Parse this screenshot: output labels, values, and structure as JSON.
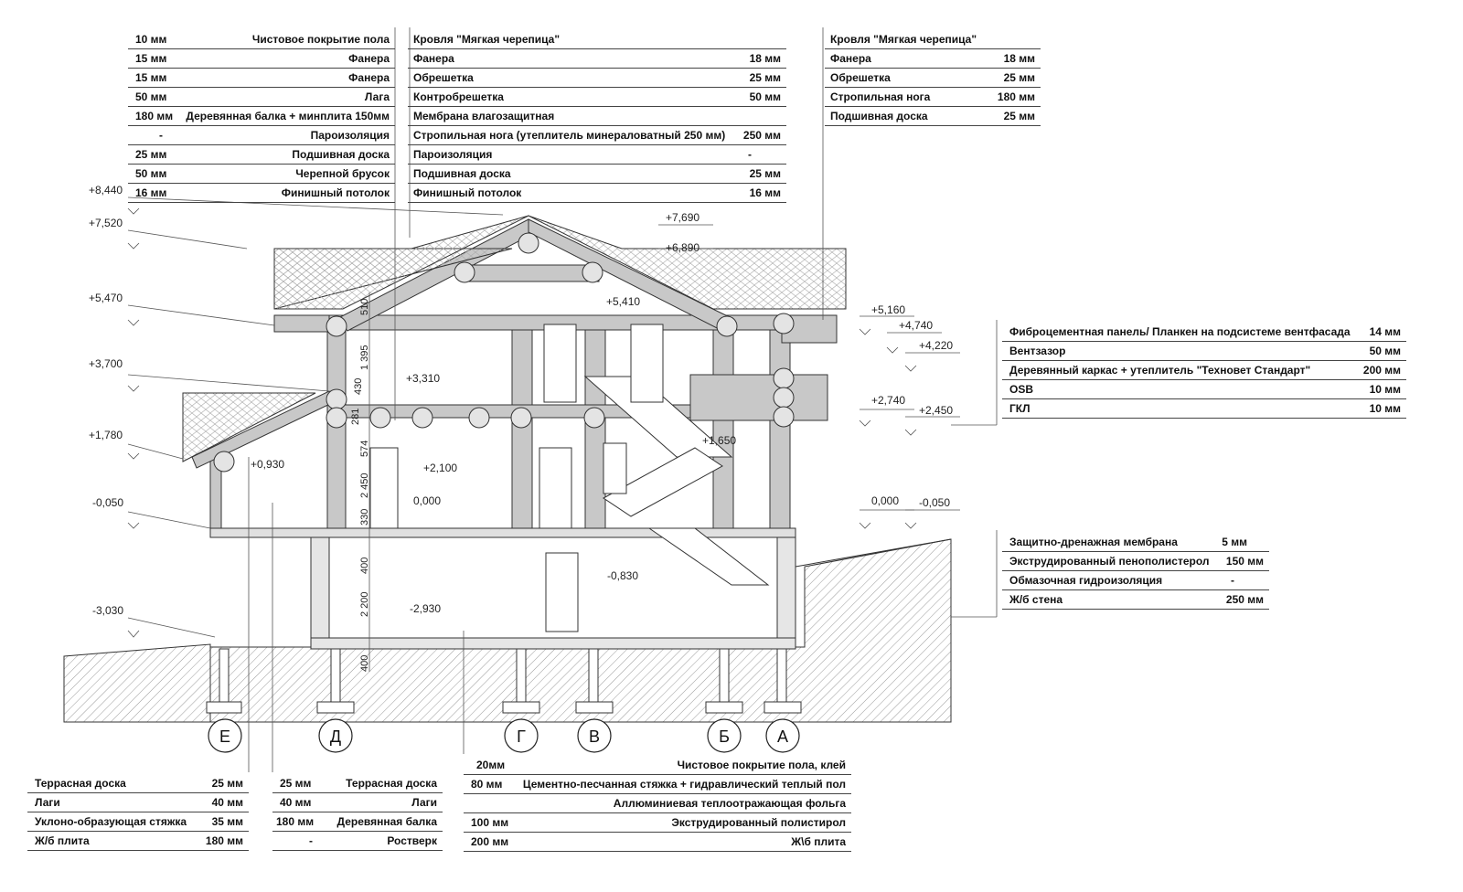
{
  "spec_tables": {
    "floor_2nd": [
      {
        "thickness": "10 мм",
        "name": "Чистовое покрытие пола"
      },
      {
        "thickness": "15 мм",
        "name": "Фанера"
      },
      {
        "thickness": "15 мм",
        "name": "Фанера"
      },
      {
        "thickness": "50 мм",
        "name": "Лага"
      },
      {
        "thickness": "180 мм",
        "name": "Деревянная балка + минплита 150мм"
      },
      {
        "thickness": "-",
        "name": "Пароизоляция"
      },
      {
        "thickness": "25 мм",
        "name": "Подшивная доска"
      },
      {
        "thickness": "50 мм",
        "name": "Черепной брусок"
      },
      {
        "thickness": "16 мм",
        "name": "Финишный потолок"
      }
    ],
    "roof_main": {
      "title": "Кровля \"Мягкая черепица\"",
      "rows": [
        {
          "name": "Фанера",
          "thickness": "18 мм"
        },
        {
          "name": "Обрешетка",
          "thickness": "25 мм"
        },
        {
          "name": "Контробрешетка",
          "thickness": "50 мм"
        },
        {
          "name": "Мембрана влагозащитная",
          "thickness": ""
        },
        {
          "name": "Стропильная нога (утеплитель минераловатный 250 мм)",
          "thickness": "250 мм"
        },
        {
          "name": "Пароизоляция",
          "thickness": "-"
        },
        {
          "name": "Подшивная доска",
          "thickness": "25 мм"
        },
        {
          "name": "Финишный потолок",
          "thickness": "16 мм"
        }
      ]
    },
    "roof_porch": {
      "title": "Кровля \"Мягкая черепица\"",
      "rows": [
        {
          "name": "Фанера",
          "thickness": "18 мм"
        },
        {
          "name": "Обрешетка",
          "thickness": "25 мм"
        },
        {
          "name": "Стропильная нога",
          "thickness": "180 мм"
        },
        {
          "name": "Подшивная доска",
          "thickness": "25 мм"
        }
      ]
    },
    "facade_wall": [
      {
        "name": "Фиброцементная панель/ Планкен на подсистеме вентфасада",
        "thickness": "14 мм"
      },
      {
        "name": "Вентзазор",
        "thickness": "50 мм"
      },
      {
        "name": "Деревянный каркас + утеплитель \"Техновет Стандарт\"",
        "thickness": "200 мм"
      },
      {
        "name": "OSB",
        "thickness": "10 мм"
      },
      {
        "name": "ГКЛ",
        "thickness": "10 мм"
      }
    ],
    "basement_wall": [
      {
        "name": "Защитно-дренажная мембрана",
        "thickness": "5 мм"
      },
      {
        "name": "Экструдированный пенополистерол",
        "thickness": "150 мм"
      },
      {
        "name": "Обмазочная гидроизоляция",
        "thickness": "-"
      },
      {
        "name": "Ж/б стена",
        "thickness": "250 мм"
      }
    ],
    "terrace": [
      {
        "name": "Террасная доска",
        "thickness": "25 мм"
      },
      {
        "name": "Лаги",
        "thickness": "40 мм"
      },
      {
        "name": "Уклоно-образующая стяжка",
        "thickness": "35 мм"
      },
      {
        "name": "Ж/б плита",
        "thickness": "180 мм"
      }
    ],
    "porch_floor": [
      {
        "thickness": "25 мм",
        "name": "Террасная доска"
      },
      {
        "thickness": "40 мм",
        "name": "Лаги"
      },
      {
        "thickness": "180 мм",
        "name": "Деревянная балка"
      },
      {
        "thickness": "-",
        "name": "Ростверк"
      }
    ],
    "basement_floor": [
      {
        "thickness": "20мм",
        "name": "Чистовое покрытие пола, клей"
      },
      {
        "thickness": "80 мм",
        "name": "Цементно-песчанная стяжка + гидравлический теплый пол"
      },
      {
        "thickness": "",
        "name": "Аллюминиевая теплоотражающая фольга"
      },
      {
        "thickness": "100 мм",
        "name": "Экструдированный полистирол"
      },
      {
        "thickness": "200 мм",
        "name": "Ж\\б плита"
      }
    ]
  },
  "elevations": {
    "left": [
      "+8,440",
      "+7,520",
      "+5,470",
      "+3,700",
      "+1,780",
      "-0,050",
      "-3,030"
    ],
    "inner": [
      "+7,690",
      "+6,890",
      "+5,410",
      "+3,310",
      "+2,100",
      "0,000",
      "+1,650",
      "+0,930",
      "-0,830",
      "-2,930"
    ],
    "right": [
      "+5,160",
      "+4,740",
      "+4,220",
      "+2,740",
      "+2,450",
      "0,000",
      "-0,050"
    ]
  },
  "dimensions": [
    "510",
    "1 395",
    "430",
    "281",
    "574",
    "2 450",
    "330",
    "400",
    "2 200",
    "400"
  ],
  "axes": [
    "Е",
    "Д",
    "Г",
    "В",
    "Б",
    "А"
  ],
  "colors": {
    "structure": "#c8c8c8",
    "line": "#222222",
    "hatch": "#9a9a9a"
  }
}
